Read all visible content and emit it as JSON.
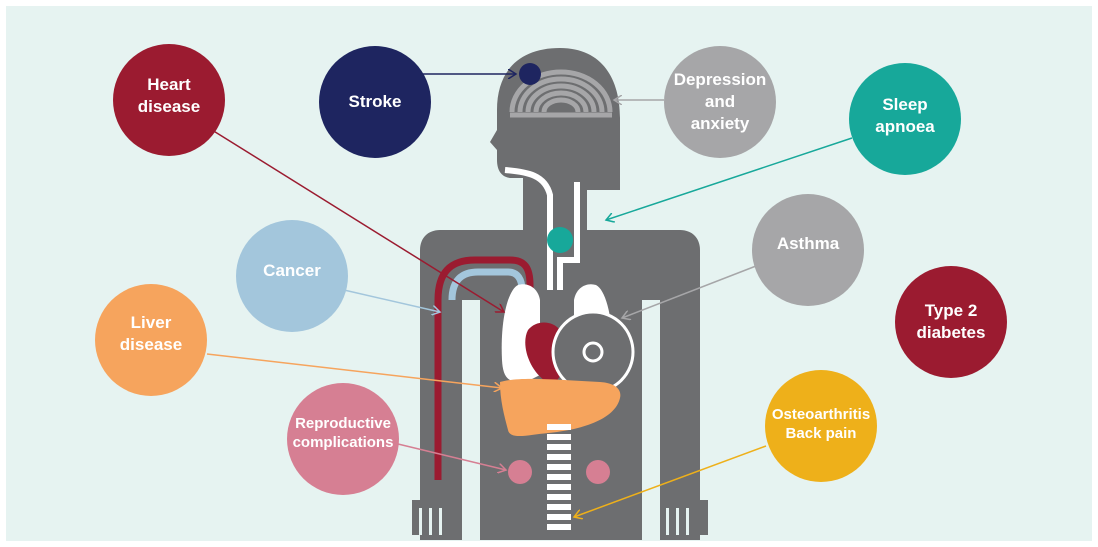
{
  "colors": {
    "background": "#e6f3f1",
    "body": "#6d6e70",
    "heart_disease": "#9b1b30",
    "stroke": "#1e2560",
    "depression": "#a6a6a8",
    "sleep_apnoea": "#17a89a",
    "cancer": "#a3c6dc",
    "asthma": "#a6a6a8",
    "liver_disease": "#f6a45d",
    "type2_diabetes": "#9b1b30",
    "reproductive": "#d67f93",
    "osteoarthritis": "#eeb01a"
  },
  "conditions": [
    {
      "key": "heart",
      "label": "Heart\ndisease"
    },
    {
      "key": "stroke",
      "label": "Stroke"
    },
    {
      "key": "dep",
      "label": "Depression\nand\nanxiety"
    },
    {
      "key": "sleep",
      "label": "Sleep\napnoea"
    },
    {
      "key": "cancer",
      "label": "Cancer"
    },
    {
      "key": "asthma",
      "label": "Asthma"
    },
    {
      "key": "liver",
      "label": "Liver\ndisease"
    },
    {
      "key": "t2",
      "label": "Type 2\ndiabetes"
    },
    {
      "key": "repro",
      "label": "Reproductive\ncomplications"
    },
    {
      "key": "osteo",
      "label": "Osteoarthritis\nBack pain"
    }
  ]
}
